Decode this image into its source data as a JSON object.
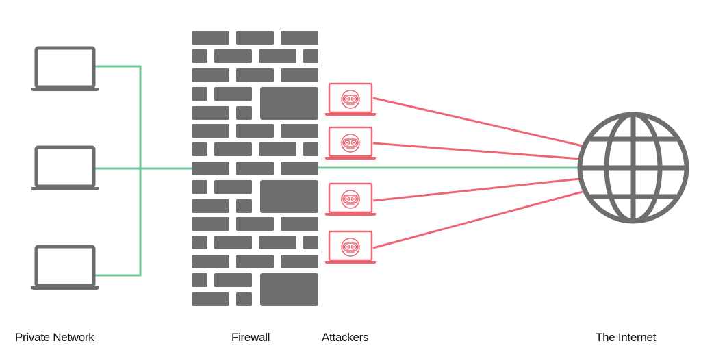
{
  "labels": {
    "private_network": "Private Network",
    "firewall": "Firewall",
    "attackers": "Attackers",
    "internet": "The Internet"
  },
  "colors": {
    "device_gray": "#6e6e6e",
    "safe_green": "#6cc797",
    "attack_red": "#ef6673",
    "text": "#111111"
  },
  "nodes": {
    "private_devices": [
      {
        "id": "laptop-1",
        "icon": "laptop-icon"
      },
      {
        "id": "laptop-2",
        "icon": "laptop-icon"
      },
      {
        "id": "laptop-3",
        "icon": "laptop-icon"
      }
    ],
    "firewall": {
      "icon": "brick-wall-icon"
    },
    "attackers": [
      {
        "id": "attacker-1",
        "icon": "hacker-laptop-icon"
      },
      {
        "id": "attacker-2",
        "icon": "hacker-laptop-icon"
      },
      {
        "id": "attacker-3",
        "icon": "hacker-laptop-icon"
      },
      {
        "id": "attacker-4",
        "icon": "hacker-laptop-icon"
      }
    ],
    "internet": {
      "icon": "globe-icon"
    }
  },
  "connections": [
    {
      "from": "laptop-1",
      "to": "firewall",
      "type": "allowed"
    },
    {
      "from": "laptop-2",
      "to": "firewall",
      "type": "allowed"
    },
    {
      "from": "laptop-3",
      "to": "firewall",
      "type": "allowed"
    },
    {
      "from": "firewall",
      "to": "internet",
      "type": "allowed"
    },
    {
      "from": "attacker-1",
      "to": "internet",
      "type": "blocked"
    },
    {
      "from": "attacker-2",
      "to": "internet",
      "type": "blocked"
    },
    {
      "from": "attacker-3",
      "to": "internet",
      "type": "blocked"
    },
    {
      "from": "attacker-4",
      "to": "internet",
      "type": "blocked"
    }
  ]
}
